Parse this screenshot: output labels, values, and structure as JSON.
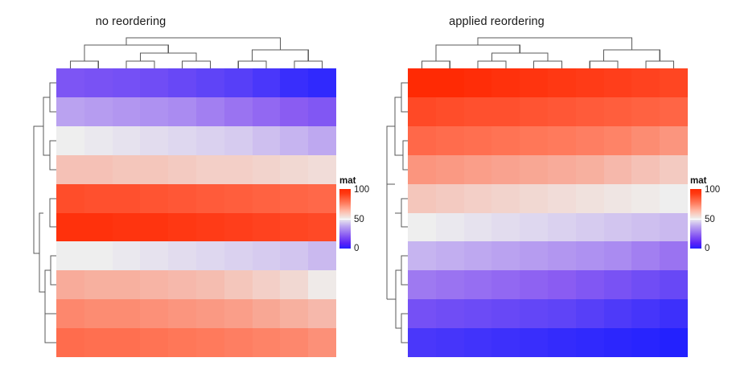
{
  "figure": {
    "panels": [
      {
        "id": "no-reordering",
        "title": "no reordering"
      },
      {
        "id": "applied-reordering",
        "title": "applied reordering"
      }
    ],
    "legend": {
      "title": "mat",
      "ticks": [
        "100",
        "50",
        "0"
      ],
      "tick_values": [
        100,
        50,
        0
      ],
      "low_color": "#1f1fff",
      "mid_color": "#eeeeee",
      "high_color": "#ff2600"
    }
  },
  "chart_data": [
    {
      "type": "heatmap",
      "title": "no reordering",
      "panel": "left",
      "nrows": 10,
      "ncols": 10,
      "zlim": [
        0,
        100
      ],
      "colorbar_label": "mat",
      "grid": false,
      "legend_position": "right",
      "xlabel": "",
      "ylabel": "",
      "row_dendrogram": true,
      "col_dendrogram": true,
      "values": [
        [
          22,
          21,
          20,
          19,
          17,
          15,
          13,
          10,
          6,
          4
        ],
        [
          37,
          36,
          35,
          34,
          33,
          31,
          29,
          27,
          25,
          23
        ],
        [
          50,
          49,
          48,
          47,
          46,
          45,
          44,
          42,
          40,
          38
        ],
        [
          60,
          60,
          59,
          59,
          58,
          57,
          57,
          56,
          55,
          54
        ],
        [
          89,
          88,
          88,
          87,
          86,
          85,
          84,
          83,
          82,
          81
        ],
        [
          97,
          97,
          96,
          96,
          95,
          94,
          93,
          92,
          91,
          90
        ],
        [
          50,
          50,
          49,
          48,
          47,
          46,
          45,
          44,
          43,
          41
        ],
        [
          65,
          64,
          64,
          63,
          62,
          61,
          59,
          57,
          55,
          51
        ],
        [
          73,
          72,
          72,
          71,
          70,
          69,
          68,
          66,
          64,
          62
        ],
        [
          80,
          79,
          79,
          78,
          77,
          76,
          75,
          74,
          73,
          71
        ]
      ]
    },
    {
      "type": "heatmap",
      "title": "applied reordering",
      "panel": "right",
      "nrows": 10,
      "ncols": 10,
      "zlim": [
        0,
        100
      ],
      "colorbar_label": "mat",
      "grid": false,
      "legend_position": "right",
      "xlabel": "",
      "ylabel": "",
      "row_dendrogram": true,
      "col_dendrogram": true,
      "values": [
        [
          99,
          99,
          98,
          97,
          96,
          95,
          94,
          93,
          92,
          91
        ],
        [
          90,
          89,
          88,
          88,
          87,
          86,
          85,
          84,
          83,
          82
        ],
        [
          81,
          80,
          79,
          78,
          77,
          76,
          75,
          74,
          72,
          70
        ],
        [
          70,
          69,
          68,
          67,
          66,
          65,
          64,
          62,
          60,
          58
        ],
        [
          59,
          58,
          57,
          56,
          55,
          54,
          53,
          52,
          51,
          50
        ],
        [
          50,
          49,
          48,
          47,
          46,
          45,
          44,
          43,
          42,
          41
        ],
        [
          40,
          39,
          38,
          37,
          36,
          35,
          34,
          33,
          31,
          29
        ],
        [
          30,
          29,
          28,
          27,
          26,
          25,
          23,
          21,
          19,
          17
        ],
        [
          20,
          19,
          18,
          17,
          16,
          15,
          13,
          11,
          9,
          7
        ],
        [
          10,
          9,
          8,
          7,
          6,
          5,
          4,
          3,
          2,
          1
        ]
      ]
    }
  ]
}
